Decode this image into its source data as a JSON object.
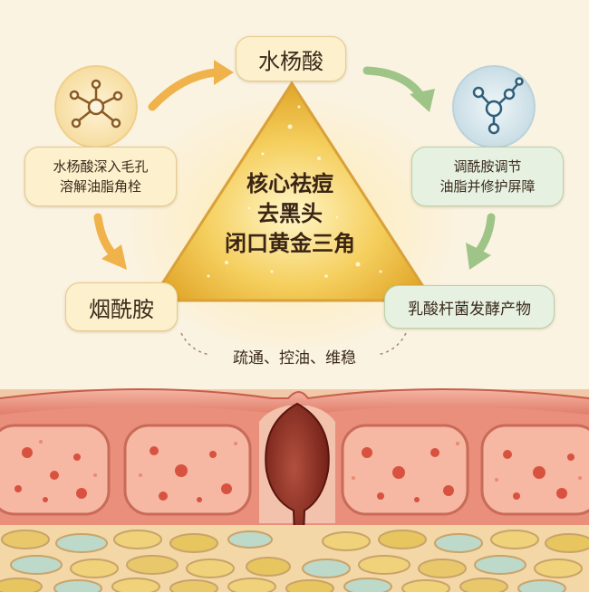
{
  "center_text": "核心祛痘\n去黑头\n闭口黄金三角",
  "top_label": "水杨酸",
  "left_label": "烟酰胺",
  "right_label": "乳酸杆菌发酵产物",
  "left_description": "水杨酸深入毛孔\n溶解油脂角栓",
  "right_description": "调酰胺调节\n油脂并修护屏障",
  "bottom_caption": "疏通、控油、维稳",
  "icons": [
    "molecule-icon",
    "molecule-icon"
  ],
  "colors": {
    "background": "#fbf3e2",
    "triangle_gold": "#f2c24a",
    "arrow_orange": "#f0b24a",
    "arrow_green": "#9fc487",
    "skin_red": "#e98f7c",
    "pore_plug": "#8e2d22"
  }
}
